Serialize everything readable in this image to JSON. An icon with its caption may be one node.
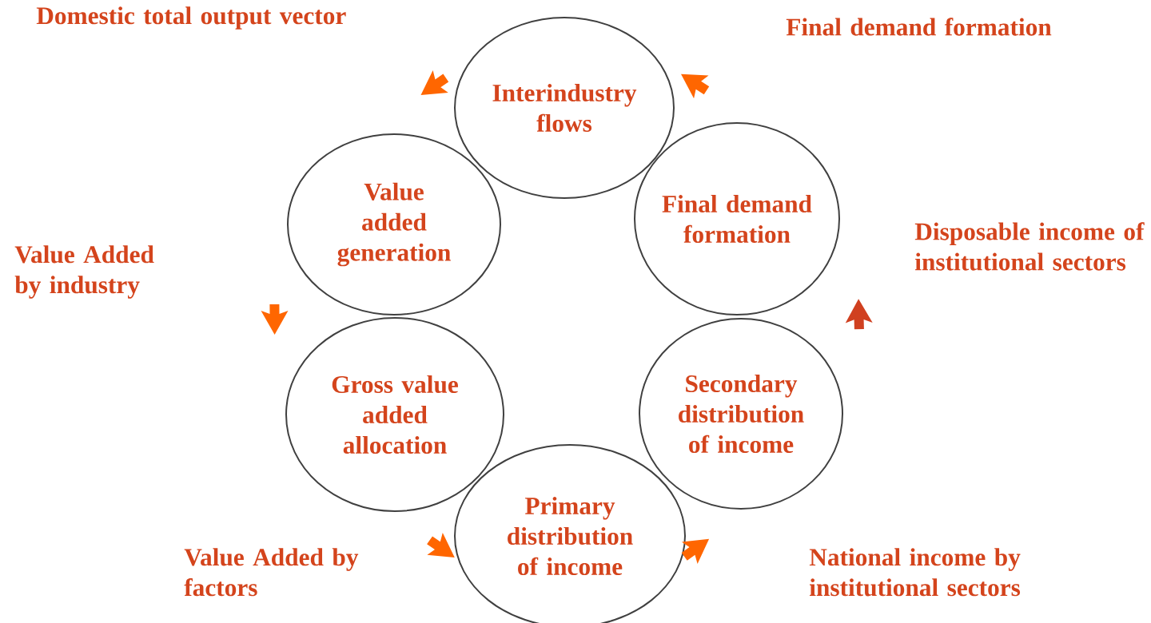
{
  "diagram": {
    "nodes": [
      {
        "text": [
          "Interindustry flows"
        ]
      },
      {
        "text": [
          "Value added generation"
        ]
      },
      {
        "text": [
          "Final demand formation"
        ]
      },
      {
        "text": [
          "Gross value added allocation"
        ]
      },
      {
        "text": [
          "Secondary distribution of income"
        ]
      },
      {
        "text": [
          "Primary distribution of income"
        ]
      }
    ],
    "edges": [
      {
        "from": 0,
        "to": 1,
        "arrow": "to",
        "label": "Domestic total output vector"
      },
      {
        "from": 2,
        "to": 0,
        "arrow": "to",
        "label": "Final demand formation"
      },
      {
        "from": 4,
        "to": 2,
        "arrow": "to",
        "label": "Disposable income of institutional sectors",
        "color": "#d04020"
      },
      {
        "from": 1,
        "to": 3,
        "arrow": "to",
        "label": "Value Added by industry"
      },
      {
        "from": 3,
        "to": 5,
        "arrow": "to",
        "label": "Value Added by factors"
      },
      {
        "from": 5,
        "to": 4,
        "arrow": "to",
        "label": "National income by institutional sectors"
      }
    ]
  }
}
